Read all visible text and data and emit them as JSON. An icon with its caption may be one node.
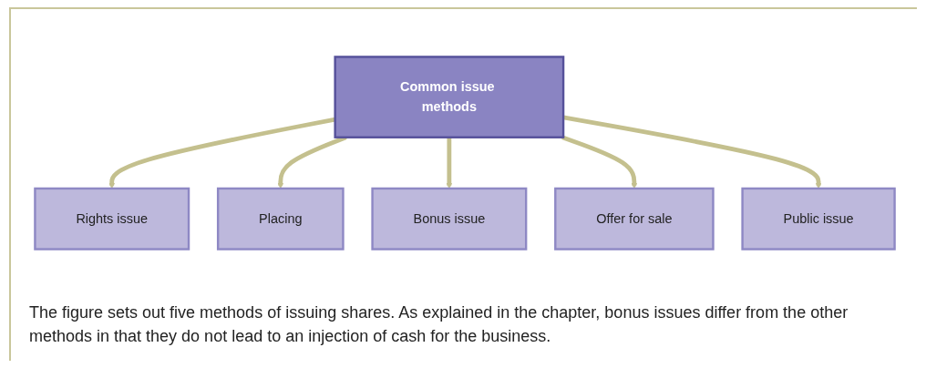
{
  "diagram": {
    "caption": "The figure sets out five methods of issuing shares. As explained in the chapter, bonus issues differ from the other methods in that they do not lead to an injection of cash for the business.",
    "nodes": [
      {
        "text": [
          "Common issue methods"
        ]
      },
      {
        "text": [
          "Rights issue"
        ]
      },
      {
        "text": [
          "Placing"
        ]
      },
      {
        "text": [
          "Bonus issue"
        ]
      },
      {
        "text": [
          "Offer for sale"
        ]
      },
      {
        "text": [
          "Public issue"
        ]
      }
    ],
    "edges": [
      {
        "from": 0,
        "to": 1,
        "arrow": "to"
      },
      {
        "from": 0,
        "to": 2,
        "arrow": "to"
      },
      {
        "from": 0,
        "to": 3,
        "arrow": "to"
      },
      {
        "from": 0,
        "to": 4,
        "arrow": "to"
      },
      {
        "from": 0,
        "to": 5,
        "arrow": "to"
      }
    ]
  }
}
